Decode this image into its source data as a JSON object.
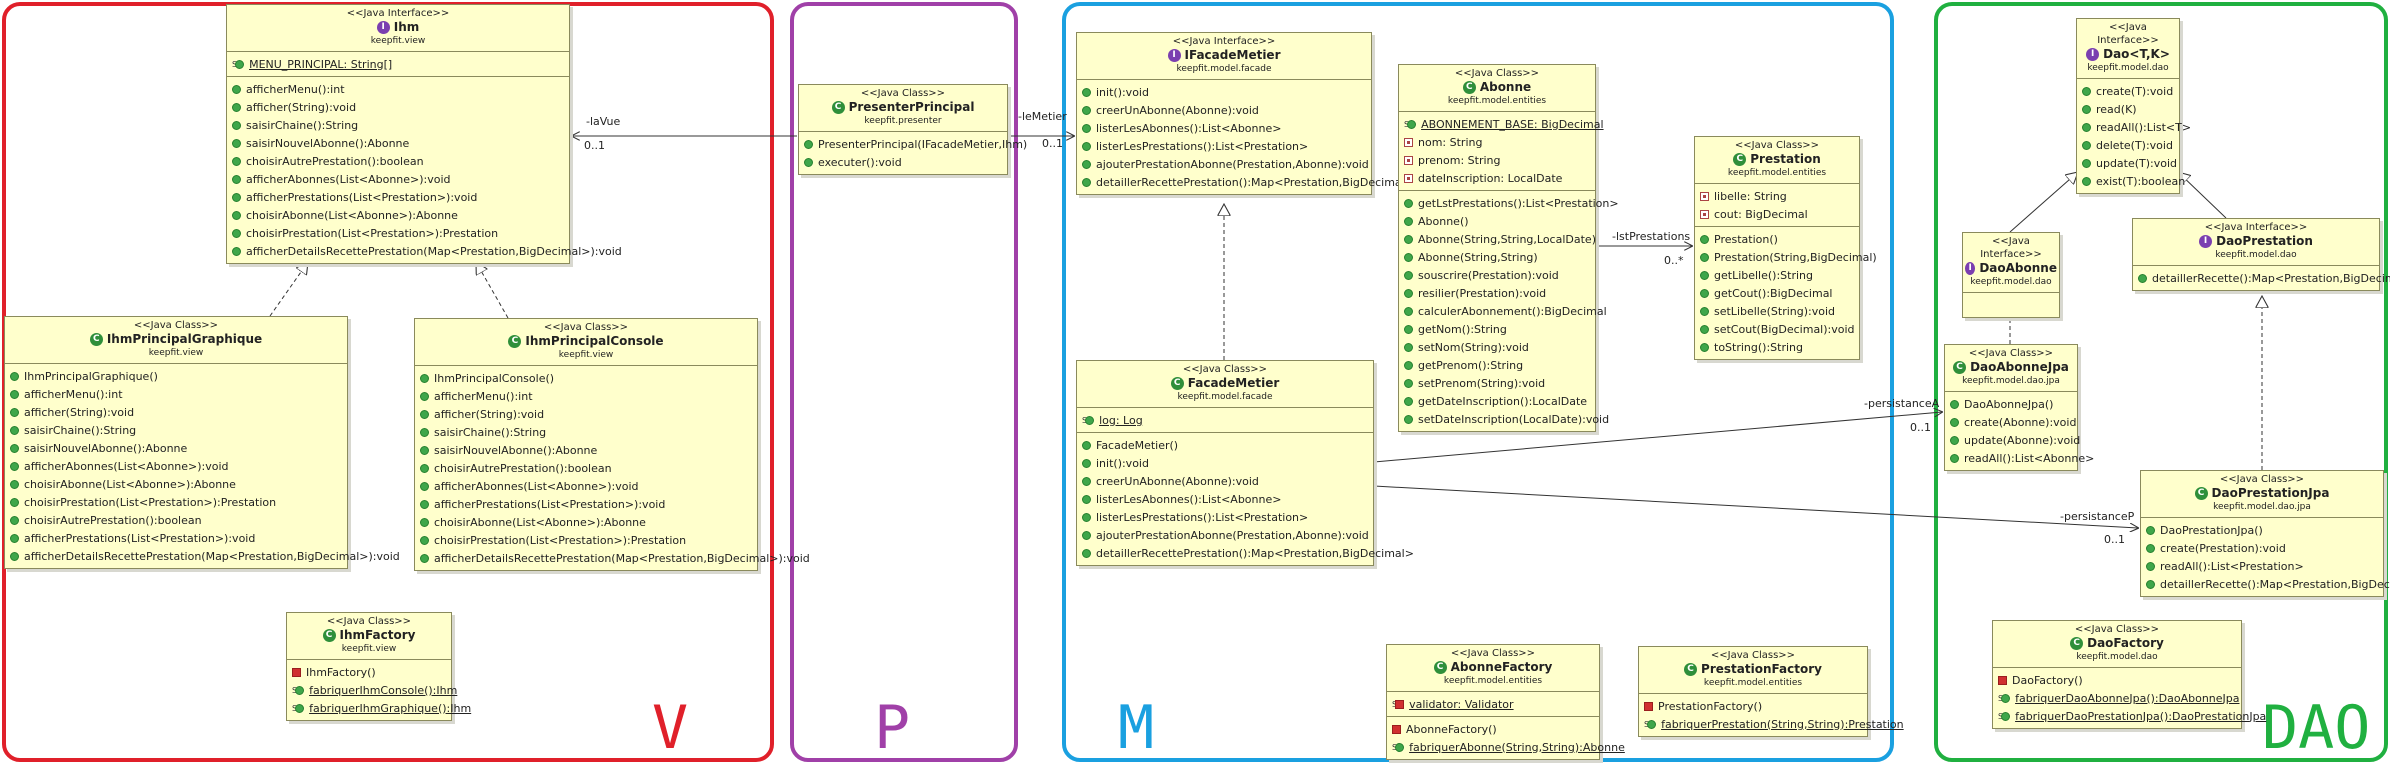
{
  "layers": [
    {
      "id": "v",
      "letter": "V",
      "color": "#e0202a"
    },
    {
      "id": "p",
      "letter": "P",
      "color": "#a040a8"
    },
    {
      "id": "m",
      "letter": "M",
      "color": "#1aa0e0"
    },
    {
      "id": "dao",
      "letter": "DAO",
      "color": "#20b040"
    }
  ],
  "classes": {
    "ihm": {
      "stereotype": "<<Java Interface>>",
      "name": "Ihm",
      "package": "keepfit.view",
      "kind": "interface",
      "fields": [
        {
          "icon": "static",
          "text": "MENU_PRINCIPAL: String[]",
          "underline": true
        }
      ],
      "methods": [
        "afficherMenu():int",
        "afficher(String):void",
        "saisirChaine():String",
        "saisirNouvelAbonne():Abonne",
        "choisirAutrePrestation():boolean",
        "afficherAbonnes(List<Abonne>):void",
        "afficherPrestations(List<Prestation>):void",
        "choisirAbonne(List<Abonne>):Abonne",
        "choisirPrestation(List<Prestation>):Prestation",
        "afficherDetailsRecettePrestation(Map<Prestation,BigDecimal>):void"
      ]
    },
    "ihm_graphique": {
      "stereotype": "<<Java Class>>",
      "name": "IhmPrincipalGraphique",
      "package": "keepfit.view",
      "kind": "class",
      "methods": [
        "IhmPrincipalGraphique()",
        "afficherMenu():int",
        "afficher(String):void",
        "saisirChaine():String",
        "saisirNouvelAbonne():Abonne",
        "afficherAbonnes(List<Abonne>):void",
        "choisirAbonne(List<Abonne>):Abonne",
        "choisirPrestation(List<Prestation>):Prestation",
        "choisirAutrePrestation():boolean",
        "afficherPrestations(List<Prestation>):void",
        "afficherDetailsRecettePrestation(Map<Prestation,BigDecimal>):void"
      ]
    },
    "ihm_console": {
      "stereotype": "<<Java Class>>",
      "name": "IhmPrincipalConsole",
      "package": "keepfit.view",
      "kind": "class",
      "methods": [
        "IhmPrincipalConsole()",
        "afficherMenu():int",
        "afficher(String):void",
        "saisirChaine():String",
        "saisirNouvelAbonne():Abonne",
        "choisirAutrePrestation():boolean",
        "afficherAbonnes(List<Abonne>):void",
        "afficherPrestations(List<Prestation>):void",
        "choisirAbonne(List<Abonne>):Abonne",
        "choisirPrestation(List<Prestation>):Prestation",
        "afficherDetailsRecettePrestation(Map<Prestation,BigDecimal>):void"
      ]
    },
    "ihm_factory": {
      "stereotype": "<<Java Class>>",
      "name": "IhmFactory",
      "package": "keepfit.view",
      "kind": "class",
      "methods": [
        {
          "icon": "private",
          "text": "IhmFactory()"
        },
        {
          "icon": "static",
          "text": "fabriquerIhmConsole():Ihm",
          "underline": true
        },
        {
          "icon": "static",
          "text": "fabriquerIhmGraphique():Ihm",
          "underline": true
        }
      ]
    },
    "presenter": {
      "stereotype": "<<Java Class>>",
      "name": "PresenterPrincipal",
      "package": "keepfit.presenter",
      "kind": "class",
      "methods": [
        "PresenterPrincipal(IFacadeMetier,Ihm)",
        "executer():void"
      ]
    },
    "ifacade": {
      "stereotype": "<<Java Interface>>",
      "name": "IFacadeMetier",
      "package": "keepfit.model.facade",
      "kind": "interface",
      "methods": [
        "init():void",
        "creerUnAbonne(Abonne):void",
        "listerLesAbonnes():List<Abonne>",
        "listerLesPrestations():List<Prestation>",
        "ajouterPrestationAbonne(Prestation,Abonne):void",
        "detaillerRecettePrestation():Map<Prestation,BigDecimal>"
      ]
    },
    "facade": {
      "stereotype": "<<Java Class>>",
      "name": "FacadeMetier",
      "package": "keepfit.model.facade",
      "kind": "class",
      "fields": [
        {
          "icon": "static",
          "text": "log: Log",
          "underline": true
        }
      ],
      "methods": [
        "FacadeMetier()",
        "init():void",
        "creerUnAbonne(Abonne):void",
        "listerLesAbonnes():List<Abonne>",
        "listerLesPrestations():List<Prestation>",
        "ajouterPrestationAbonne(Prestation,Abonne):void",
        "detaillerRecettePrestation():Map<Prestation,BigDecimal>"
      ]
    },
    "abonne": {
      "stereotype": "<<Java Class>>",
      "name": "Abonne",
      "package": "keepfit.model.entities",
      "kind": "class",
      "fields": [
        {
          "icon": "static",
          "text": "ABONNEMENT_BASE: BigDecimal",
          "underline": true
        },
        {
          "icon": "field",
          "text": "nom: String"
        },
        {
          "icon": "field",
          "text": "prenom: String"
        },
        {
          "icon": "field",
          "text": "dateInscription: LocalDate"
        }
      ],
      "methods": [
        "getLstPrestations():List<Prestation>",
        "Abonne()",
        "Abonne(String,String,LocalDate)",
        "Abonne(String,String)",
        "souscrire(Prestation):void",
        "resilier(Prestation):void",
        "calculerAbonnement():BigDecimal",
        "getNom():String",
        "setNom(String):void",
        "getPrenom():String",
        "setPrenom(String):void",
        "getDateInscription():LocalDate",
        "setDateInscription(LocalDate):void"
      ]
    },
    "prestation": {
      "stereotype": "<<Java Class>>",
      "name": "Prestation",
      "package": "keepfit.model.entities",
      "kind": "class",
      "fields": [
        {
          "icon": "field",
          "text": "libelle: String"
        },
        {
          "icon": "field",
          "text": "cout: BigDecimal"
        }
      ],
      "methods": [
        "Prestation()",
        "Prestation(String,BigDecimal)",
        "getLibelle():String",
        "getCout():BigDecimal",
        "setLibelle(String):void",
        "setCout(BigDecimal):void",
        "toString():String"
      ]
    },
    "abonne_factory": {
      "stereotype": "<<Java Class>>",
      "name": "AbonneFactory",
      "package": "keepfit.model.entities",
      "kind": "class",
      "fields": [
        {
          "icon": "private_static",
          "text": "validator: Validator",
          "underline": true
        }
      ],
      "methods": [
        {
          "icon": "private",
          "text": "AbonneFactory()"
        },
        {
          "icon": "static",
          "text": "fabriquerAbonne(String,String):Abonne",
          "underline": true
        }
      ]
    },
    "prestation_factory": {
      "stereotype": "<<Java Class>>",
      "name": "PrestationFactory",
      "package": "keepfit.model.entities",
      "kind": "class",
      "methods": [
        {
          "icon": "private",
          "text": "PrestationFactory()"
        },
        {
          "icon": "static",
          "text": "fabriquerPrestation(String,String):Prestation",
          "underline": true
        }
      ]
    },
    "dao": {
      "stereotype": "<<Java Interface>>",
      "name": "Dao<T,K>",
      "package": "keepfit.model.dao",
      "kind": "interface",
      "methods": [
        "create(T):void",
        "read(K)",
        "readAll():List<T>",
        "delete(T):void",
        "update(T):void",
        "exist(T):boolean"
      ]
    },
    "dao_abonne": {
      "stereotype": "<<Java Interface>>",
      "name": "DaoAbonne",
      "package": "keepfit.model.dao",
      "kind": "interface",
      "methods": []
    },
    "dao_prestation": {
      "stereotype": "<<Java Interface>>",
      "name": "DaoPrestation",
      "package": "keepfit.model.dao",
      "kind": "interface",
      "methods": [
        "detaillerRecette():Map<Prestation,BigDecimal>"
      ]
    },
    "dao_abonne_jpa": {
      "stereotype": "<<Java Class>>",
      "name": "DaoAbonneJpa",
      "package": "keepfit.model.dao.jpa",
      "kind": "class",
      "methods": [
        "DaoAbonneJpa()",
        "create(Abonne):void",
        "update(Abonne):void",
        "readAll():List<Abonne>"
      ]
    },
    "dao_prestation_jpa": {
      "stereotype": "<<Java Class>>",
      "name": "DaoPrestationJpa",
      "package": "keepfit.model.dao.jpa",
      "kind": "class",
      "methods": [
        "DaoPrestationJpa()",
        "create(Prestation):void",
        "readAll():List<Prestation>",
        "detaillerRecette():Map<Prestation,BigDecimal>"
      ]
    },
    "dao_factory": {
      "stereotype": "<<Java Class>>",
      "name": "DaoFactory",
      "package": "keepfit.model.dao",
      "kind": "class",
      "methods": [
        {
          "icon": "private",
          "text": "DaoFactory()"
        },
        {
          "icon": "static",
          "text": "fabriquerDaoAbonneJpa():DaoAbonneJpa",
          "underline": true
        },
        {
          "icon": "static",
          "text": "fabriquerDaoPrestationJpa():DaoPrestationJpa",
          "underline": true
        }
      ]
    }
  },
  "edges": {
    "la_vue": {
      "role": "-laVue",
      "mult": "0..1"
    },
    "le_metier": {
      "role": "-leMetier",
      "mult": "0..1"
    },
    "lst_prestations": {
      "role": "-lstPrestations",
      "mult": "0..*"
    },
    "persistance_a": {
      "role": "-persistanceA",
      "mult": "0..1"
    },
    "persistance_p": {
      "role": "-persistanceP",
      "mult": "0..1"
    }
  }
}
